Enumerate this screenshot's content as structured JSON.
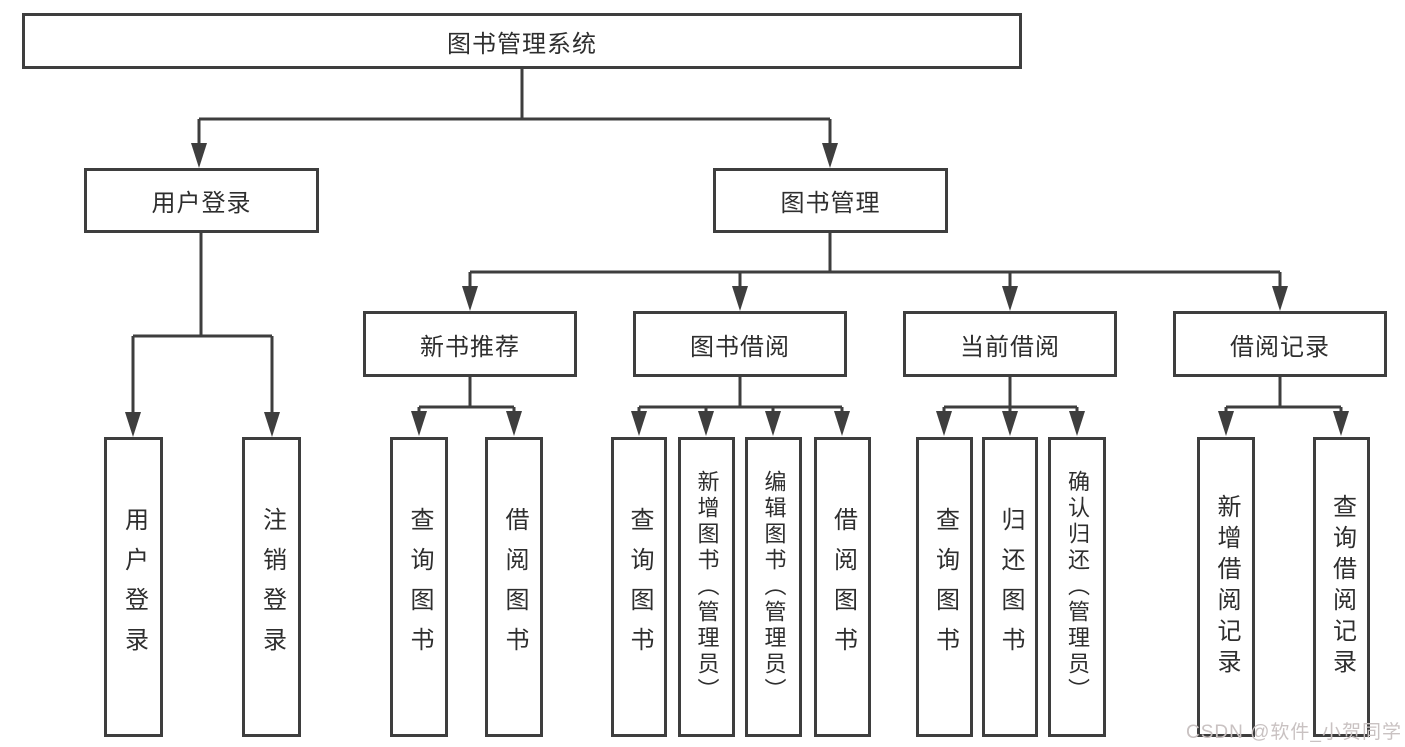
{
  "root": {
    "label": "图书管理系统"
  },
  "branches": {
    "user_login": {
      "label": "用户登录",
      "children": {
        "login": "用户登录",
        "logout": "注销登录"
      }
    },
    "book_mgmt": {
      "label": "图书管理",
      "children": {
        "new_book_rec": {
          "label": "新书推荐",
          "children": {
            "query_books": "查询图书",
            "borrow_books": "借阅图书"
          }
        },
        "book_borrow": {
          "label": "图书借阅",
          "children": {
            "query_books": "查询图书",
            "add_books": "新增图书（管理员）",
            "edit_books": "编辑图书（管理员）",
            "borrow_books": "借阅图书"
          }
        },
        "current_borrow": {
          "label": "当前借阅",
          "children": {
            "query_books": "查询图书",
            "return_books": "归还图书",
            "confirm_return": "确认归还（管理员）"
          }
        },
        "borrow_record": {
          "label": "借阅记录",
          "children": {
            "add_record": "新增借阅记录",
            "query_record": "查询借阅记录"
          }
        }
      }
    }
  },
  "watermark": {
    "text": "CSDN @软件_小贺同学"
  },
  "colors": {
    "line": "#3e3e3e",
    "text": "#2e2e2e",
    "watermark": "#c9c2c2",
    "background": "#ffffff"
  }
}
